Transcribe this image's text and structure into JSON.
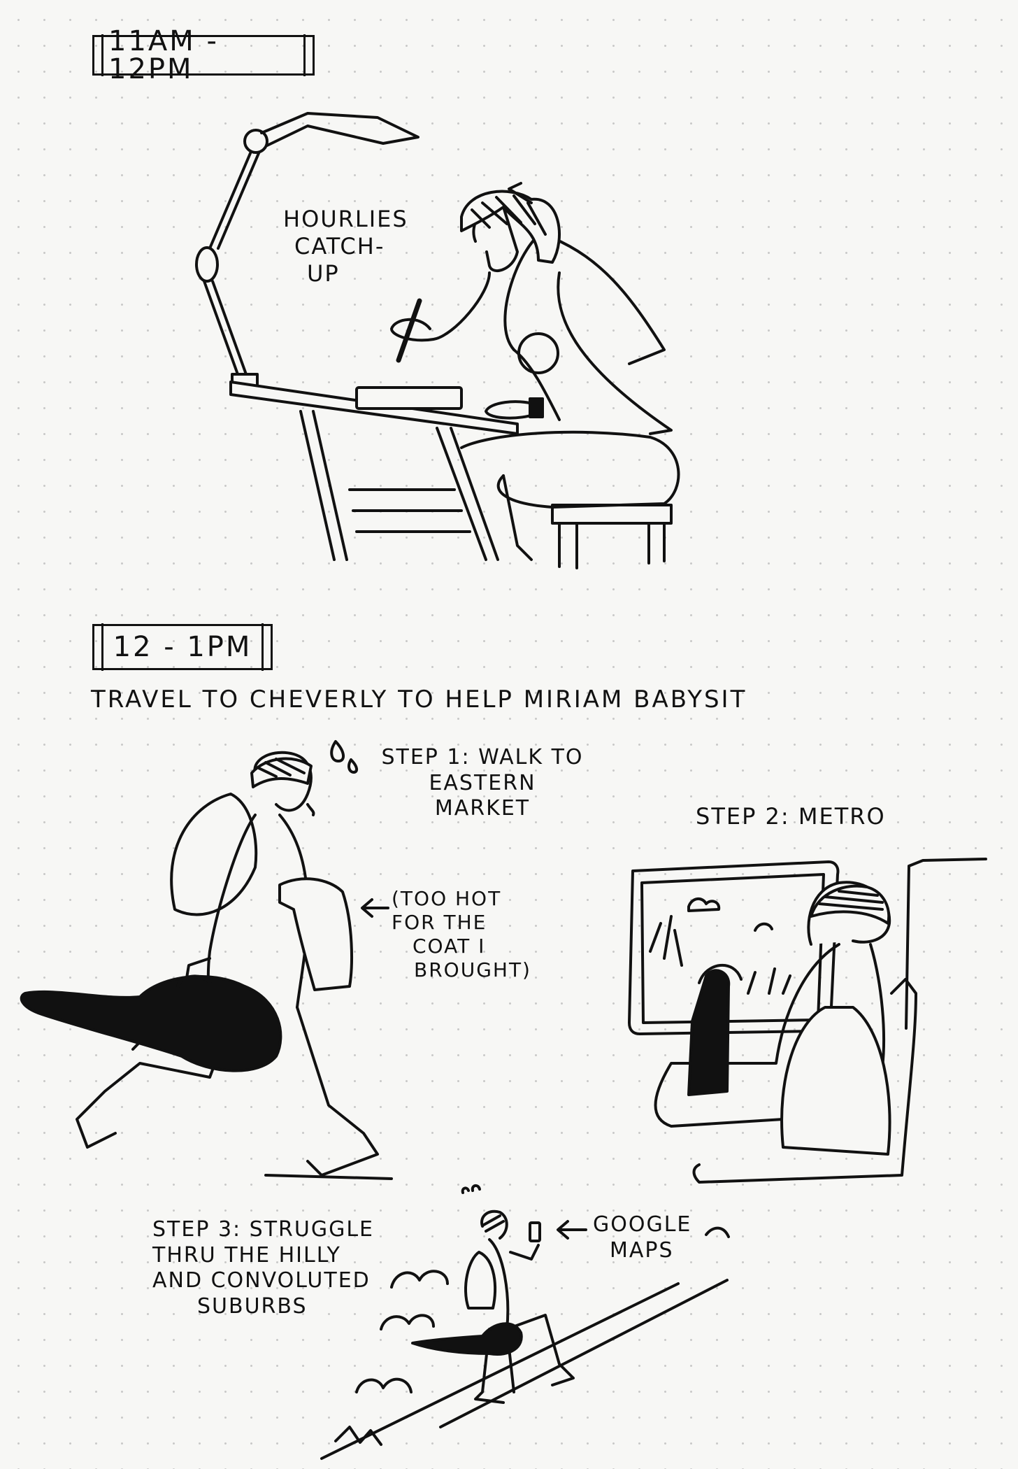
{
  "section1": {
    "time_label": "11AM - 12PM",
    "caption_lines": [
      "HOURLIES",
      "CATCH-",
      "UP"
    ]
  },
  "section2": {
    "time_label": "12 - 1PM",
    "heading": "TRAVEL TO CHEVERLY TO HELP MIRIAM BABYSIT",
    "step1_lines": [
      "STEP 1: WALK TO",
      "EASTERN",
      "MARKET"
    ],
    "coat_note_lines": [
      "(TOO HOT",
      "FOR THE",
      "COAT I",
      "BROUGHT)"
    ],
    "step2_label": "STEP 2: METRO",
    "step3_lines": [
      "STEP 3: STRUGGLE",
      "THRU THE HILLY",
      "AND CONVOLUTED",
      "SUBURBS"
    ],
    "maps_note_lines": [
      "GOOGLE",
      "MAPS"
    ]
  },
  "colors": {
    "ink": "#111111",
    "paper": "#f7f7f5",
    "dot_grid": "#c9c9c9"
  },
  "icons": [
    "arrow-left-icon",
    "sweat-drop-icon",
    "guitar-case-icon",
    "desk-lamp-icon",
    "phone-icon"
  ]
}
